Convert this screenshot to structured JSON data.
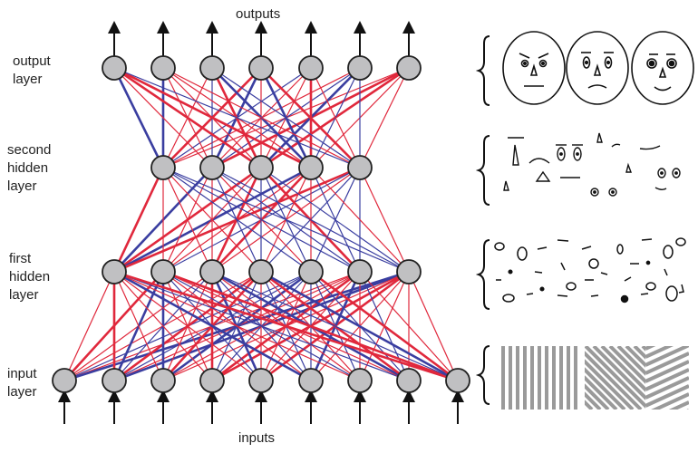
{
  "labels": {
    "outputs": "outputs",
    "inputs": "inputs",
    "output_layer": [
      "output",
      "layer"
    ],
    "second_hidden": [
      "second",
      "hidden",
      "layer"
    ],
    "first_hidden": [
      "first",
      "hidden",
      "layer"
    ],
    "input_layer": [
      "input",
      "layer"
    ]
  },
  "network": {
    "layers": [
      {
        "name": "input-layer",
        "nodes": 9
      },
      {
        "name": "first-hidden-layer",
        "nodes": 7
      },
      {
        "name": "second-hidden-layer",
        "nodes": 5
      },
      {
        "name": "output-layer",
        "nodes": 7
      }
    ],
    "node_color": "#c0c0c2",
    "edge_colors": {
      "positive": "#e0283c",
      "negative": "#3a3ea0"
    }
  },
  "feature_panels": [
    {
      "name": "faces-panel",
      "content": "whole faces"
    },
    {
      "name": "face-parts-panel",
      "content": "facial parts"
    },
    {
      "name": "edges-blobs-panel",
      "content": "short edges and blobs"
    },
    {
      "name": "gratings-panel",
      "content": "oriented gratings"
    }
  ]
}
